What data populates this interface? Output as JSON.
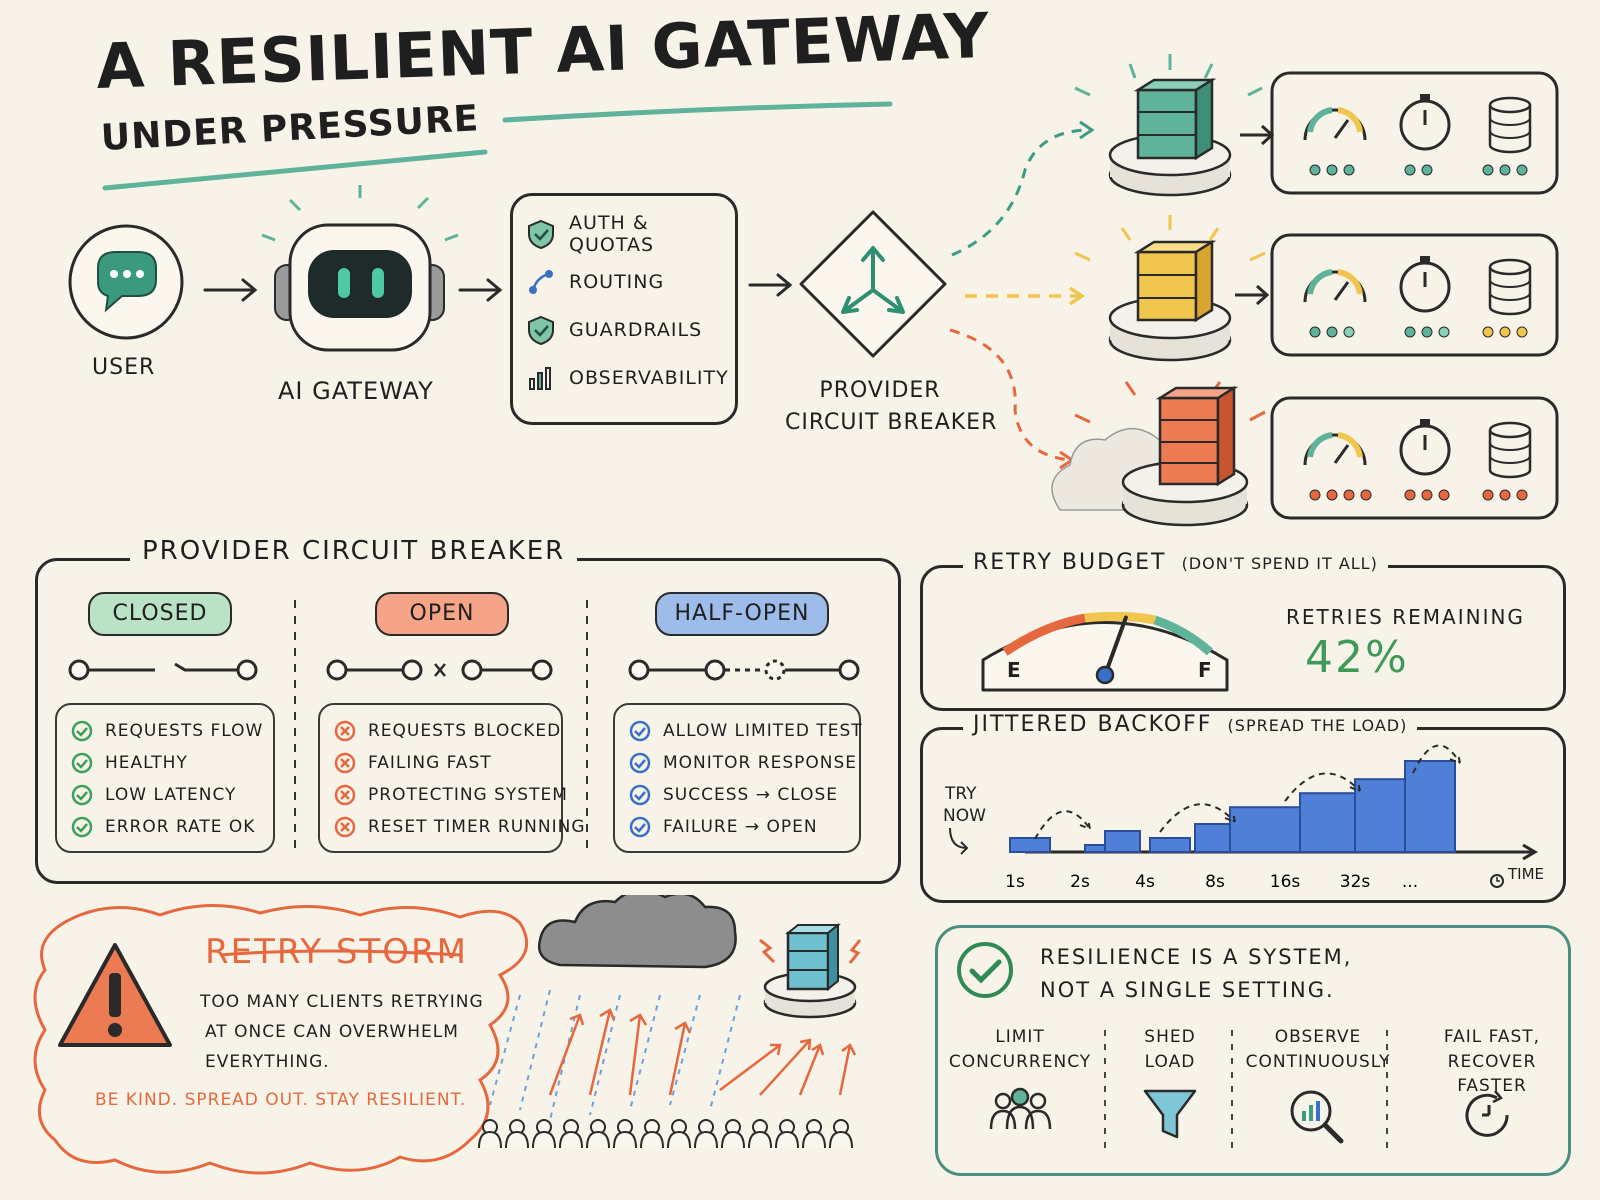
{
  "title": "A RESILIENT AI GATEWAY",
  "subtitle": "UNDER PRESSURE",
  "flow": {
    "user_label": "USER",
    "gateway_label": "AI GATEWAY",
    "features": [
      {
        "label": "AUTH & QUOTAS",
        "icon": "shield-check-icon"
      },
      {
        "label": "ROUTING",
        "icon": "route-icon"
      },
      {
        "label": "GUARDRAILS",
        "icon": "shield-check-icon"
      },
      {
        "label": "OBSERVABILITY",
        "icon": "bar-chart-icon"
      }
    ],
    "breaker_label_1": "PROVIDER",
    "breaker_label_2": "CIRCUIT BREAKER"
  },
  "providers": [
    {
      "status": "healthy",
      "color": "#5fb39a"
    },
    {
      "status": "degraded",
      "color": "#f0c64e"
    },
    {
      "status": "failing",
      "color": "#ec7a52"
    }
  ],
  "breaker_section": {
    "title": "PROVIDER CIRCUIT BREAKER",
    "states": [
      {
        "name": "CLOSED",
        "color": "#b9e2c7",
        "items": [
          "REQUESTS FLOW",
          "HEALTHY",
          "LOW LATENCY",
          "ERROR RATE OK"
        ]
      },
      {
        "name": "OPEN",
        "color": "#f5a488",
        "items": [
          "REQUESTS BLOCKED",
          "FAILING FAST",
          "PROTECTING SYSTEM",
          "RESET TIMER RUNNING"
        ]
      },
      {
        "name": "HALF-OPEN",
        "color": "#9dbce9",
        "items": [
          "ALLOW LIMITED TEST",
          "MONITOR RESPONSE",
          "SUCCESS → CLOSE",
          "FAILURE → OPEN"
        ]
      }
    ]
  },
  "retry_budget": {
    "title": "RETRY BUDGET",
    "note": "(DON'T SPEND IT ALL)",
    "gauge_e": "E",
    "gauge_f": "F",
    "remaining_label": "RETRIES REMAINING",
    "remaining_value": "42%",
    "remaining_fraction": 0.42
  },
  "backoff": {
    "title": "JITTERED BACKOFF",
    "note": "(SPREAD THE LOAD)",
    "try_label_1": "TRY",
    "try_label_2": "NOW",
    "ticks": [
      "1s",
      "2s",
      "4s",
      "8s",
      "16s",
      "32s",
      "..."
    ],
    "time_label": "TIME",
    "bars": [
      1,
      0.5,
      1.5,
      1,
      2,
      3.2,
      4.2,
      5.2,
      6.5
    ]
  },
  "storm": {
    "title": "RETRY STORM",
    "line1": "TOO MANY CLIENTS RETRYING",
    "line2": "AT ONCE CAN OVERWHELM",
    "line3": "EVERYTHING.",
    "footer": "BE KIND. SPREAD OUT. STAY RESILIENT."
  },
  "resilience": {
    "line1": "RESILIENCE IS A SYSTEM,",
    "line2": "NOT A SINGLE SETTING.",
    "pillars": [
      {
        "l1": "LIMIT",
        "l2": "CONCURRENCY",
        "icon": "people-icon"
      },
      {
        "l1": "SHED",
        "l2": "LOAD",
        "icon": "funnel-icon"
      },
      {
        "l1": "OBSERVE",
        "l2": "CONTINUOUSLY",
        "icon": "magnifier-chart-icon"
      },
      {
        "l1": "FAIL FAST,",
        "l2": "RECOVER FASTER",
        "icon": "timer-recover-icon"
      }
    ]
  }
}
